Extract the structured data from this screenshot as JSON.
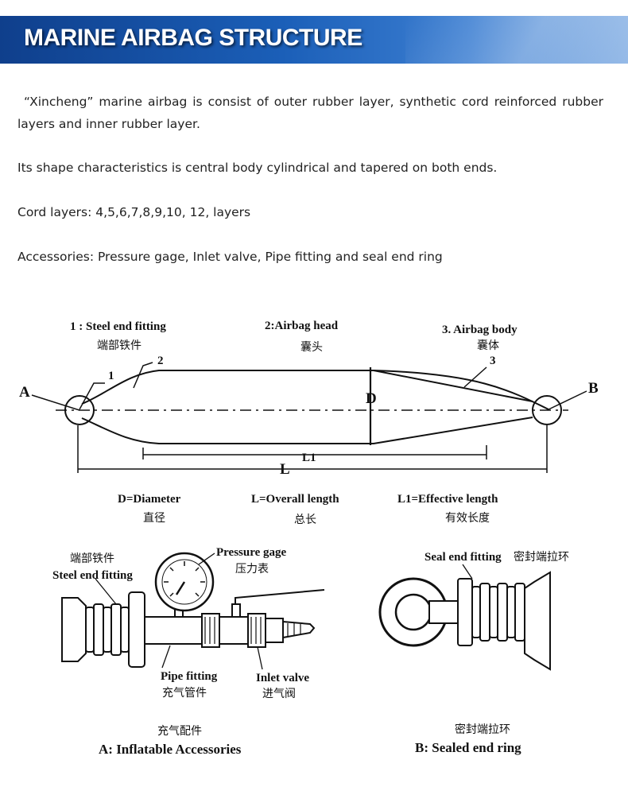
{
  "header": {
    "title": "MARINE AIRBAG STRUCTURE"
  },
  "intro": {
    "p1": "“Xincheng”  marine airbag is consist of outer rubber layer, synthetic cord reinforced rubber layers and inner rubber layer.",
    "p2": "Its shape characteristics is central body cylindrical and tapered on both ends.",
    "p3": "Cord layers: 4,5,6,7,8,9,10, 12, layers",
    "p4": "Accessories: Pressure gage, Inlet valve, Pipe fitting and seal end ring"
  },
  "diagram": {
    "label1_en": "1 : Steel end fitting",
    "label1_cn": "端部铁件",
    "label2_en": "2:Airbag head",
    "label2_cn": "囊头",
    "label3_en": "3. Airbag body",
    "label3_cn": "囊体",
    "num1": "1",
    "num2": "2",
    "num3": "3",
    "pointA": "A",
    "pointB": "B",
    "dim_D": "D",
    "dim_L1": "L1",
    "dim_L": "L",
    "legend_D_en": "D=Diameter",
    "legend_D_cn": "直径",
    "legend_L_en": "L=Overall length",
    "legend_L_cn": "总长",
    "legend_L1_en": "L1=Effective length",
    "legend_L1_cn": "有效长度"
  },
  "accessoryA": {
    "steel_cn": "端部铁件",
    "steel_en": "Steel end fitting",
    "gage_en": "Pressure gage",
    "gage_cn": "压力表",
    "pipe_en": "Pipe fitting",
    "pipe_cn": "充气管件",
    "valve_en": "Inlet valve",
    "valve_cn": "进气阀",
    "caption_cn": "充气配件",
    "caption_en": "A: Inflatable Accessories"
  },
  "accessoryB": {
    "seal_en": "Seal end fitting",
    "seal_cn": "密封端拉环",
    "caption_cn": "密封端拉环",
    "caption_en": "B: Sealed end ring"
  }
}
